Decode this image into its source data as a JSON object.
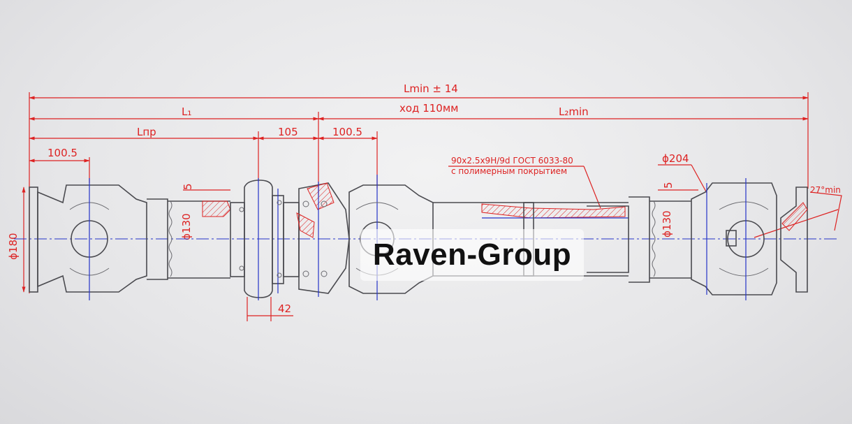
{
  "watermark": {
    "text": "Raven-Group"
  },
  "dimensions": {
    "total_length": "Lmin ± 14",
    "stroke": "ход 110мм",
    "l1": "L₁",
    "l2min": "L₂min",
    "lpr": "Lпр",
    "d105": "105",
    "d100_5_left": "100.5",
    "d100_5_mid": "100.5",
    "d42": "42",
    "phi180": "ϕ180",
    "phi130_left": "ϕ130",
    "phi130_right": "ϕ130",
    "phi204": "ϕ204",
    "five_left": "5",
    "five_right": "5",
    "angle": "27°min"
  },
  "spline_note": {
    "line1": "90x2.5x9H/9d ГОСТ 6033-80",
    "line2": "с полимерным покрытием"
  },
  "colors": {
    "dimension": "#dd2222",
    "axis": "#2433c8",
    "outline": "#4a4a4f"
  }
}
